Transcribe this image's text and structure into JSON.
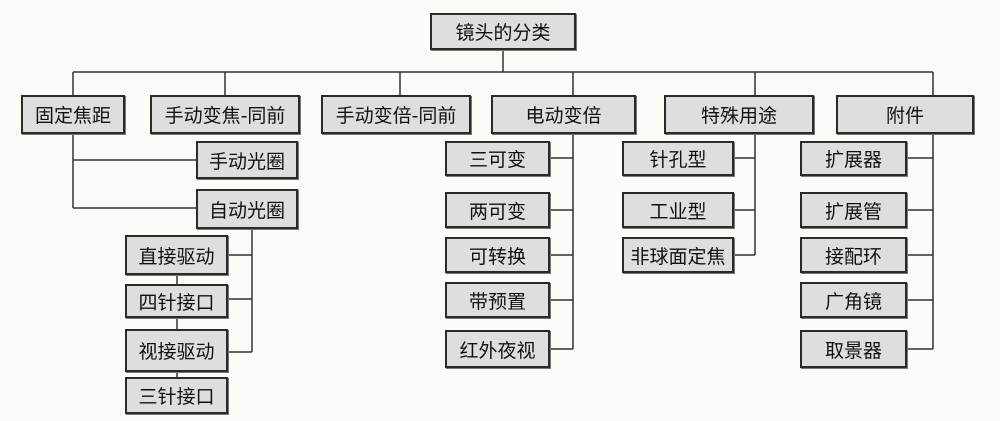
{
  "root": "镜头的分类",
  "categories": [
    {
      "label": "固定焦距",
      "children": [
        "手动光圈",
        "自动光圈"
      ]
    },
    {
      "label": "手动变焦-同前",
      "children": []
    },
    {
      "label": "手动变倍-同前",
      "children": []
    },
    {
      "label": "电动变倍",
      "children": [
        "三可变",
        "两可变",
        "可转换",
        "带预置",
        "红外夜视"
      ]
    },
    {
      "label": "特殊用途",
      "children": [
        "针孔型",
        "工业型",
        "非球面定焦"
      ]
    },
    {
      "label": "附件",
      "children": [
        "扩展器",
        "扩展管",
        "接配环",
        "广角镜",
        "取景器"
      ]
    }
  ],
  "auto_iris_children": [
    "直接驱动",
    "四针接口",
    "视接驱动",
    "三针接口"
  ]
}
